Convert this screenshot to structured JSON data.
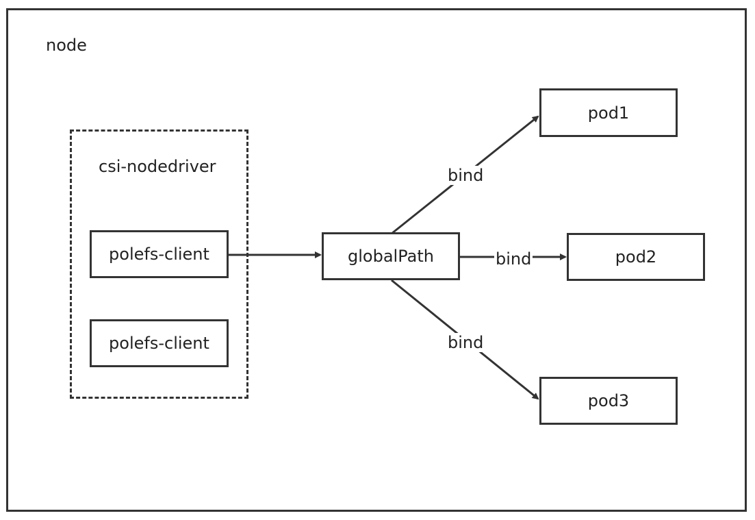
{
  "diagram": {
    "node": {
      "label": "node"
    },
    "driver": {
      "label": "csi-nodedriver"
    },
    "clients": [
      {
        "label": "polefs-client"
      },
      {
        "label": "polefs-client"
      }
    ],
    "global": {
      "label": "globalPath"
    },
    "pods": [
      {
        "label": "pod1"
      },
      {
        "label": "pod2"
      },
      {
        "label": "pod3"
      }
    ],
    "edges": [
      {
        "from": "polefs-client",
        "to": "globalPath",
        "label": ""
      },
      {
        "from": "globalPath",
        "to": "pod1",
        "label": "bind"
      },
      {
        "from": "globalPath",
        "to": "pod2",
        "label": "bind"
      },
      {
        "from": "globalPath",
        "to": "pod3",
        "label": "bind"
      }
    ],
    "colors": {
      "stroke": "#333333",
      "text": "#222222",
      "background": "#ffffff"
    }
  }
}
